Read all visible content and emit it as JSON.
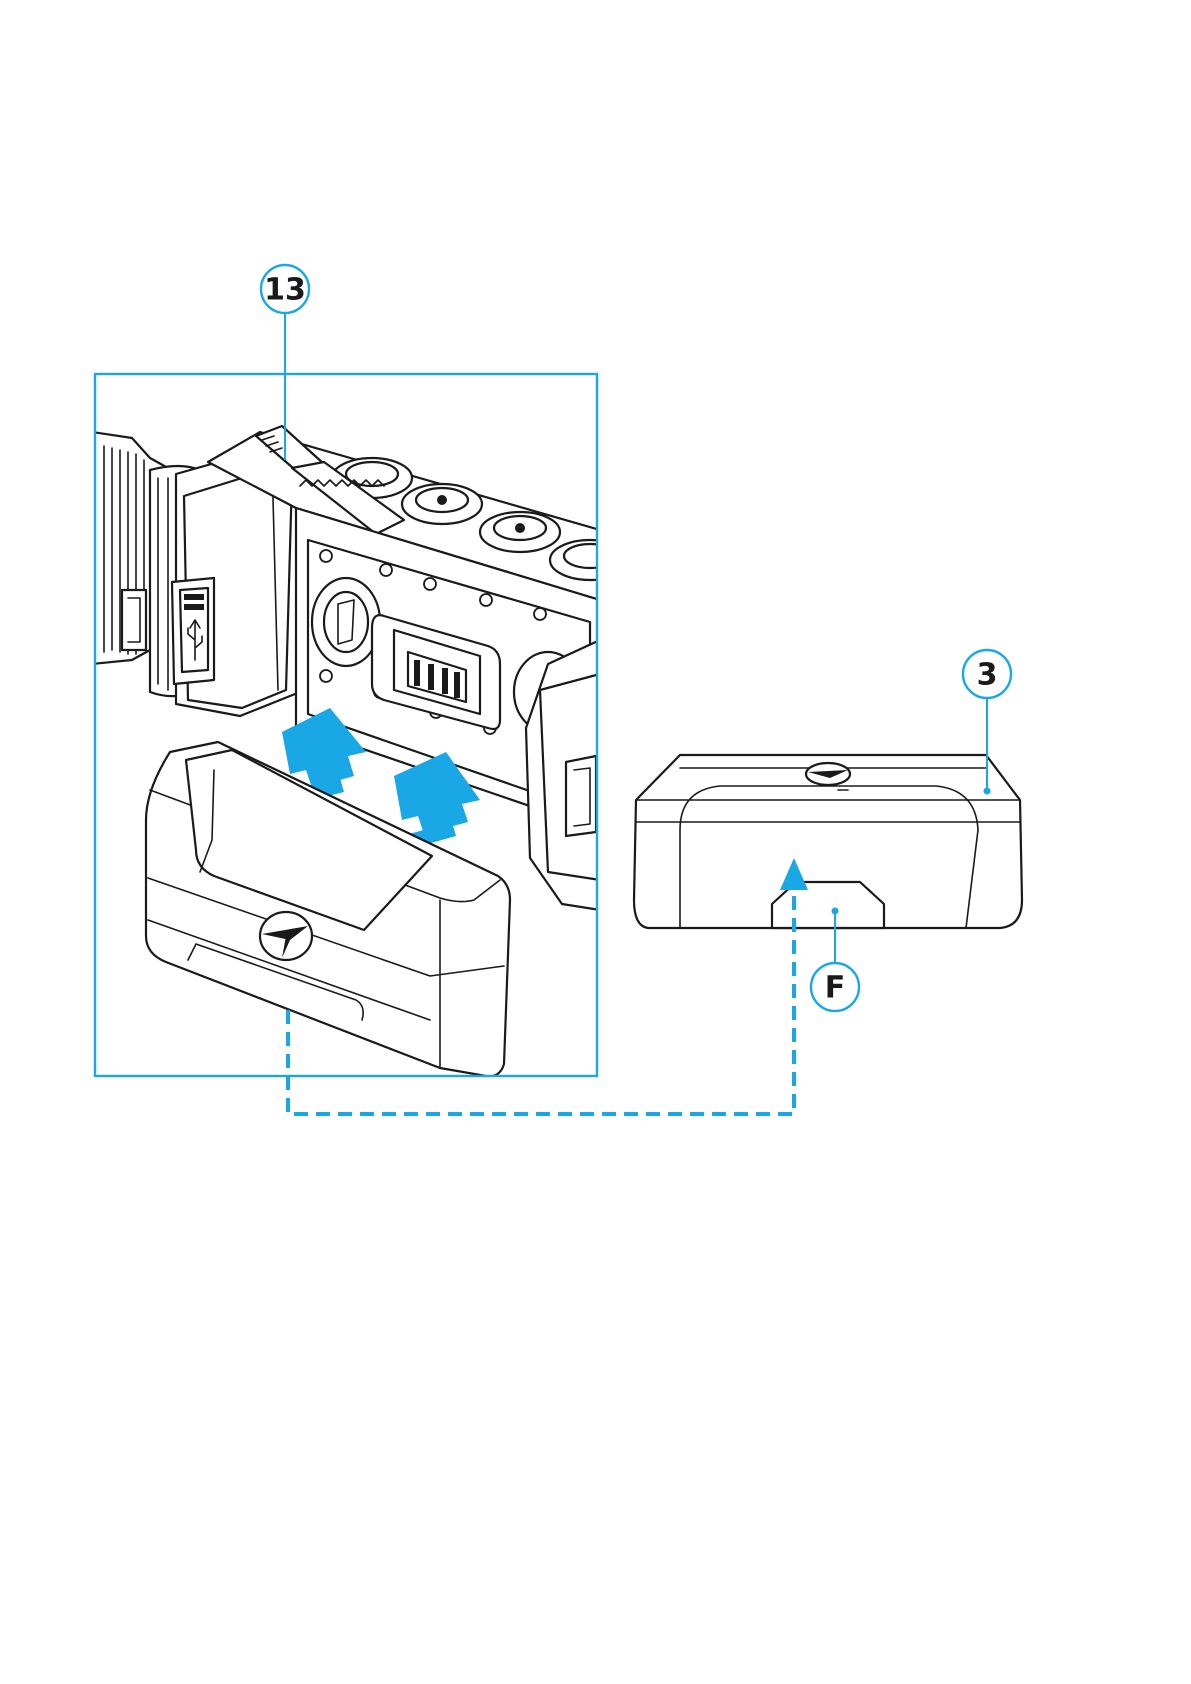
{
  "callouts": {
    "lever": "13",
    "battery_pack": "3",
    "battery_key": "F"
  },
  "colors": {
    "accent": "#1aa7e6",
    "ink": "#1a1a1a",
    "background": "#ffffff"
  },
  "icons": {
    "insert_arrow_left": "arrow-up-right-icon",
    "insert_arrow_right": "arrow-up-right-icon",
    "key_arrow": "arrow-up-icon",
    "usb_port": "usb-icon",
    "brand_logo": "pulsar-logo-icon"
  }
}
